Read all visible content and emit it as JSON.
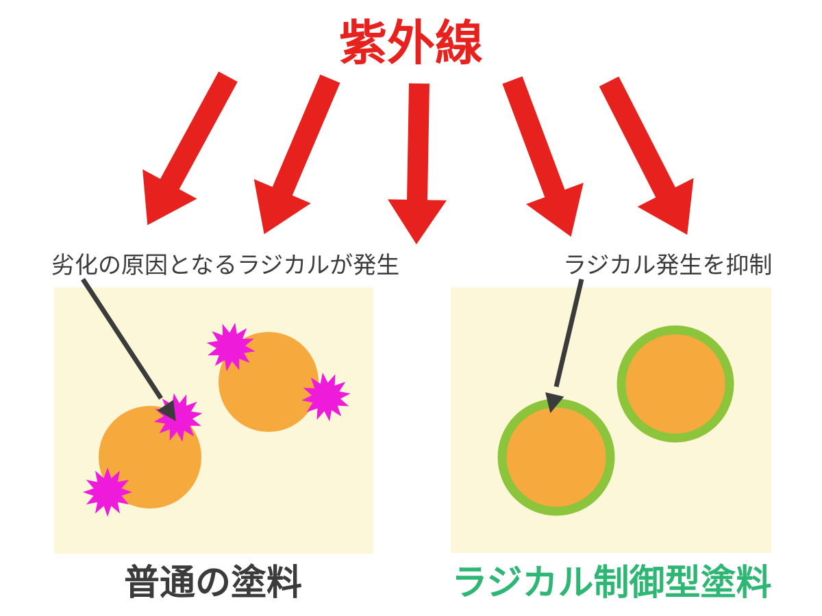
{
  "title": {
    "text": "紫外線"
  },
  "colors": {
    "uv_red": "#e7211e",
    "ink_dark": "#3b3b3b",
    "panel_cream": "#fbf7d8",
    "particle_orange": "#f6a93c",
    "radical_magenta": "#ee1cda",
    "shield_green": "#8cc53c",
    "caption_green": "#2eb674",
    "background": "#ffffff"
  },
  "uv_rays": {
    "count": 5
  },
  "left_panel": {
    "annotation": "劣化の原因となるラジカルが発生",
    "caption": "普通の塗料",
    "particle_count": 2,
    "radical_burst_count": 4
  },
  "right_panel": {
    "annotation": "ラジカル発生を抑制",
    "caption": "ラジカル制御型塗料",
    "particle_count": 2
  }
}
